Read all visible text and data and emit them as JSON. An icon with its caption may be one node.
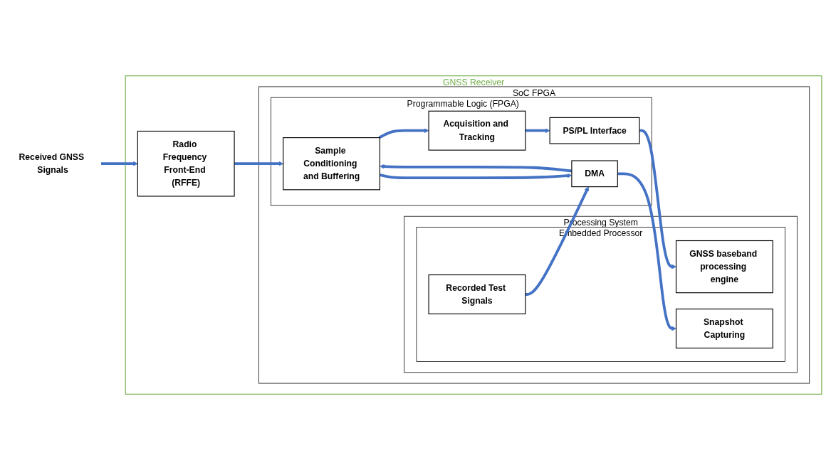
{
  "diagram": {
    "nodes": [
      {
        "text": [
          "Received GNSS Signals"
        ]
      },
      {
        "text": [
          "GNSS Receiver"
        ]
      },
      {
        "text": [
          "Radio Frequency Front-End (RFFE)"
        ],
        "in": 1
      },
      {
        "text": [
          "SoC FPGA"
        ],
        "in": 1
      },
      {
        "text": [
          "Programmable Logic (FPGA)"
        ],
        "in": 3
      },
      {
        "text": [
          "Sample Conditioning and Buffering"
        ],
        "in": 4
      },
      {
        "text": [
          "Acquisition and Tracking"
        ],
        "in": 4
      },
      {
        "text": [
          "PS/PL Interface"
        ],
        "in": 4
      },
      {
        "text": [
          "DMA"
        ],
        "in": 4
      },
      {
        "text": [
          "Processing System"
        ],
        "in": 3
      },
      {
        "text": [
          "Embedded Processor"
        ],
        "in": 9
      },
      {
        "text": [
          "GNSS baseband processing engine"
        ],
        "in": 10
      },
      {
        "text": [
          "Recorded Test Signals"
        ],
        "in": 10
      },
      {
        "text": [
          "Snapshot Capturing"
        ],
        "in": 10
      }
    ],
    "edges": [
      {
        "from": 0,
        "to": 2,
        "arrow": "to"
      },
      {
        "from": 2,
        "to": 5,
        "arrow": "to"
      },
      {
        "from": 5,
        "to": 6,
        "arrow": "to"
      },
      {
        "from": 6,
        "to": 7,
        "arrow": "to"
      },
      {
        "from": 7,
        "to": 11,
        "arrow": "to"
      },
      {
        "from": 5,
        "to": 8,
        "arrow": "to"
      },
      {
        "from": 8,
        "to": 5,
        "arrow": "to"
      },
      {
        "from": 12,
        "to": 8,
        "arrow": "to"
      },
      {
        "from": 8,
        "to": 13,
        "arrow": "to"
      }
    ]
  }
}
